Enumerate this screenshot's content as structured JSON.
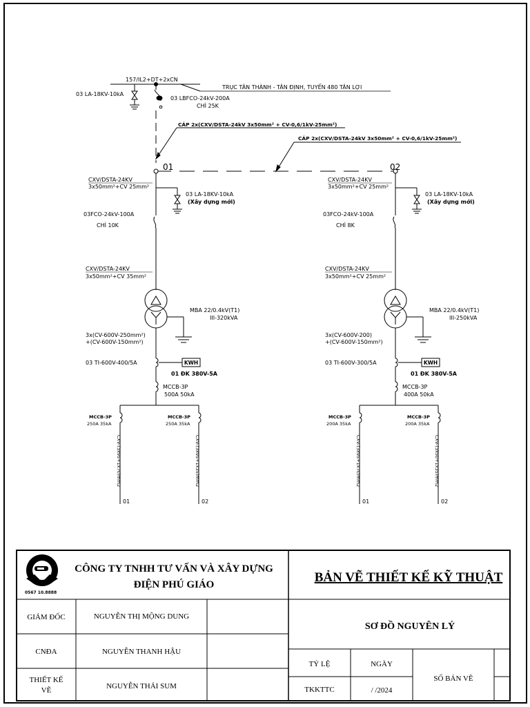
{
  "diagram": {
    "source": {
      "feeder_label": "157/IL2+DT+2xCN",
      "line_label": "TRỤC TÂN THÀNH - TÂN ĐỊNH, TUYẾN 480 TÂN LỢI",
      "la_label": "03 LA-18KV-10kA",
      "lbfco_label": "03 LBFCO-24kV-200A",
      "lbfco_fuse": "CHÌ 25K"
    },
    "cable_note_1": "CÁP 2x(CXV/DSTA-24kV 3x50mm² + CV-0,6/1kV-25mm²)",
    "cable_note_2": "CÁP 2x(CXV/DSTA-24kV 3x50mm² + CV-0,6/1kV-25mm²)",
    "stations": [
      {
        "id": "01",
        "cable_in_1": "CXV/DSTA-24KV",
        "cable_in_2": "3x50mm²+CV 25mm²",
        "la": "03 LA-18KV-10kA",
        "la_note": "(Xây dựng mới)",
        "fco": "03FCO-24kV-100A",
        "fco_fuse": "CHÌ 10K",
        "cable_tx_1": "CXV/DSTA-24KV",
        "cable_tx_2": "3x50mm²+CV 35mm²",
        "tx_1": "MBA 22/0.4kV(T1)",
        "tx_2": "III-320kVA",
        "lv_cable_1": "3x(CV-600V-250mm²)",
        "lv_cable_2": "+(CV-600V-150mm²)",
        "ti": "03 TI-600V-400/5A",
        "meter": "KWH",
        "meter_label": "01 ĐK 380V-5A",
        "mccb_1": "MCCB-3P",
        "mccb_2": "500A 50kA",
        "branches": [
          {
            "mccb": "MCCB-3P",
            "rating": "250A 35kA",
            "cable": "CXV-(3x95+1x70)mm2",
            "out": "01"
          },
          {
            "mccb": "MCCB-3P",
            "rating": "250A 35kA",
            "cable": "CXV-(3x95+1x35)mm2",
            "out": "02"
          }
        ]
      },
      {
        "id": "02",
        "cable_in_1": "CXV/DSTA-24KV",
        "cable_in_2": "3x50mm²+CV 25mm²",
        "la": "03 LA-18KV-10kA",
        "la_note": "(Xây dựng mới)",
        "fco": "03FCO-24kV-100A",
        "fco_fuse": "CHÌ 8K",
        "cable_tx_1": "CXV/DSTA-24KV",
        "cable_tx_2": "3x50mm²+CV 25mm²",
        "tx_1": "MBA 22/0.4kV(T1)",
        "tx_2": "III-250kVA",
        "lv_cable_1": "3x(CV-600V-200)",
        "lv_cable_2": "+(CV-600V-150mm²)",
        "ti": "03 TI-600V-300/5A",
        "meter": "KWH",
        "meter_label": "01 ĐK 380V-5A",
        "mccb_1": "MCCB-3P",
        "mccb_2": "400A 50kA",
        "branches": [
          {
            "mccb": "MCCB-3P",
            "rating": "200A 35kA",
            "cable": "CXV-(3x95+1x70)mm2",
            "out": "01"
          },
          {
            "mccb": "MCCB-3P",
            "rating": "200A 35kA",
            "cable": "CXV-(3x50+1x35)mm2",
            "out": "02"
          }
        ]
      }
    ]
  },
  "title_block": {
    "company_line1": "CÔNG TY TNHH TƯ VẤN VÀ XÂY DỰNG",
    "company_line2": "ĐIỆN PHÚ GIÁO",
    "logo_text": "0567 10.8888",
    "drawing_title": "BẢN VẼ THIẾT KẾ KỸ THUẬT",
    "sheet_title": "SƠ ĐỒ NGUYÊN LÝ",
    "roles": [
      {
        "role": "GIÁM ĐỐC",
        "name": "NGUYỄN THỊ MỘNG DUNG"
      },
      {
        "role": "CNĐA",
        "name": "NGUYỄN THANH HẬU"
      },
      {
        "role": "THIẾT KẾ VẼ",
        "name": "NGUYỄN THÁI SUM"
      }
    ],
    "scale_label": "TỶ LỆ",
    "scale_value": "TKKTTC",
    "date_label": "NGÀY",
    "date_value": "/    /2024",
    "sheet_no_label": "SỐ BẢN VẼ"
  },
  "colors": {
    "line": "#000000",
    "background": "#ffffff"
  }
}
